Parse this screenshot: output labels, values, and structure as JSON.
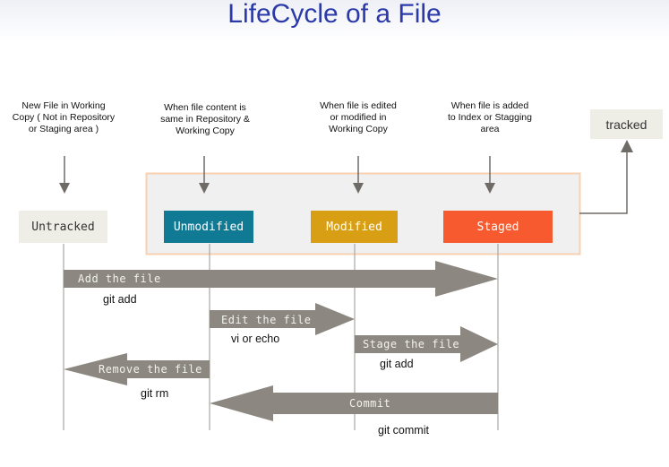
{
  "title": "LifeCycle of a File",
  "notes": {
    "untracked": "New File in Working Copy  ( Not in Repository or Staging area )",
    "unmodified": "When file content is same in Repository & Working Copy",
    "modified": "When file is edited or modified in Working Copy",
    "staged": "When file is added to Index or Stagging area"
  },
  "states": {
    "untracked": "Untracked",
    "unmodified": "Unmodified",
    "modified": "Modified",
    "staged": "Staged",
    "tracked": "tracked"
  },
  "transitions": {
    "add": "Add the file",
    "edit": "Edit the file",
    "stage": "Stage the file",
    "remove": "Remove the file",
    "commit": "Commit"
  },
  "commands": {
    "add": "git add",
    "edit": "vi or echo",
    "stage": "git add",
    "remove": "git rm",
    "commit": "git commit"
  },
  "colors": {
    "untracked_bg": "#eeeee6",
    "unmodified_bg": "#107a94",
    "modified_bg": "#d89e14",
    "staged_bg": "#f75a2e",
    "arrow": "#8c8780",
    "tracked_frame": "#f9d0b0"
  }
}
